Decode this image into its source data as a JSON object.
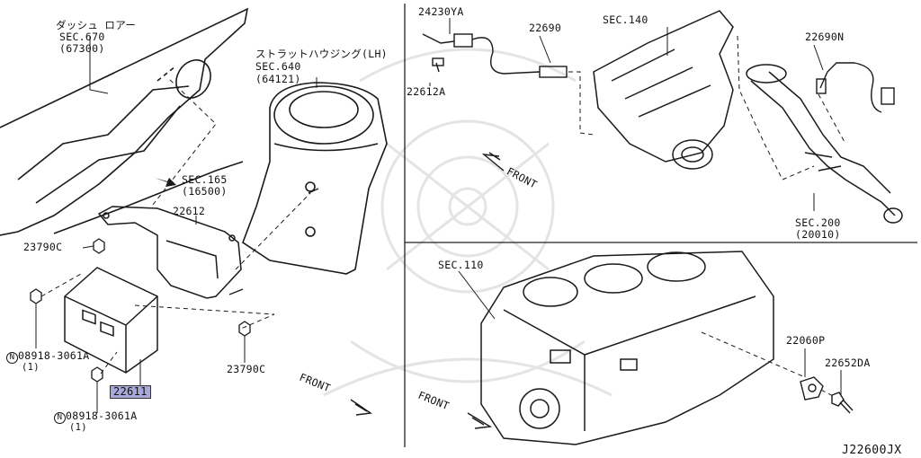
{
  "labels": {
    "dash_floor_jp": "ダッシュ ロアー",
    "sec670": "SEC.670",
    "sec670_code": "(67300)",
    "strut_housing_jp": "ストラットハウジング(LH)",
    "sec640": "SEC.640",
    "sec640_code": "(64121)",
    "sec165": "SEC.165",
    "sec165_code": "(16500)",
    "p22612": "22612",
    "p23790c_a": "23790C",
    "p23790c_b": "23790C",
    "bolt_a_num": "08918-3061A",
    "bolt_a_qty": "(1)",
    "bolt_b_num": "08918-3061A",
    "bolt_b_qty": "(1)",
    "n_a": "N",
    "n_b": "N",
    "p22611": "22611",
    "front_left": "FRONT",
    "p24230ya": "24230YA",
    "p22612a": "22612A",
    "p22690": "22690",
    "sec140": "SEC.140",
    "p22690n": "22690N",
    "front_upper_right": "FRONT",
    "sec200": "SEC.200",
    "sec200_code": "(20010)",
    "sec110": "SEC.110",
    "front_lower_right": "FRONT",
    "p22060p": "22060P",
    "p22652da": "22652DA",
    "figure_code": "J22600JX"
  },
  "colors": {
    "line": "#1a1a1a",
    "highlight": "#a9a9d9",
    "watermark": "#e4e4e4"
  }
}
